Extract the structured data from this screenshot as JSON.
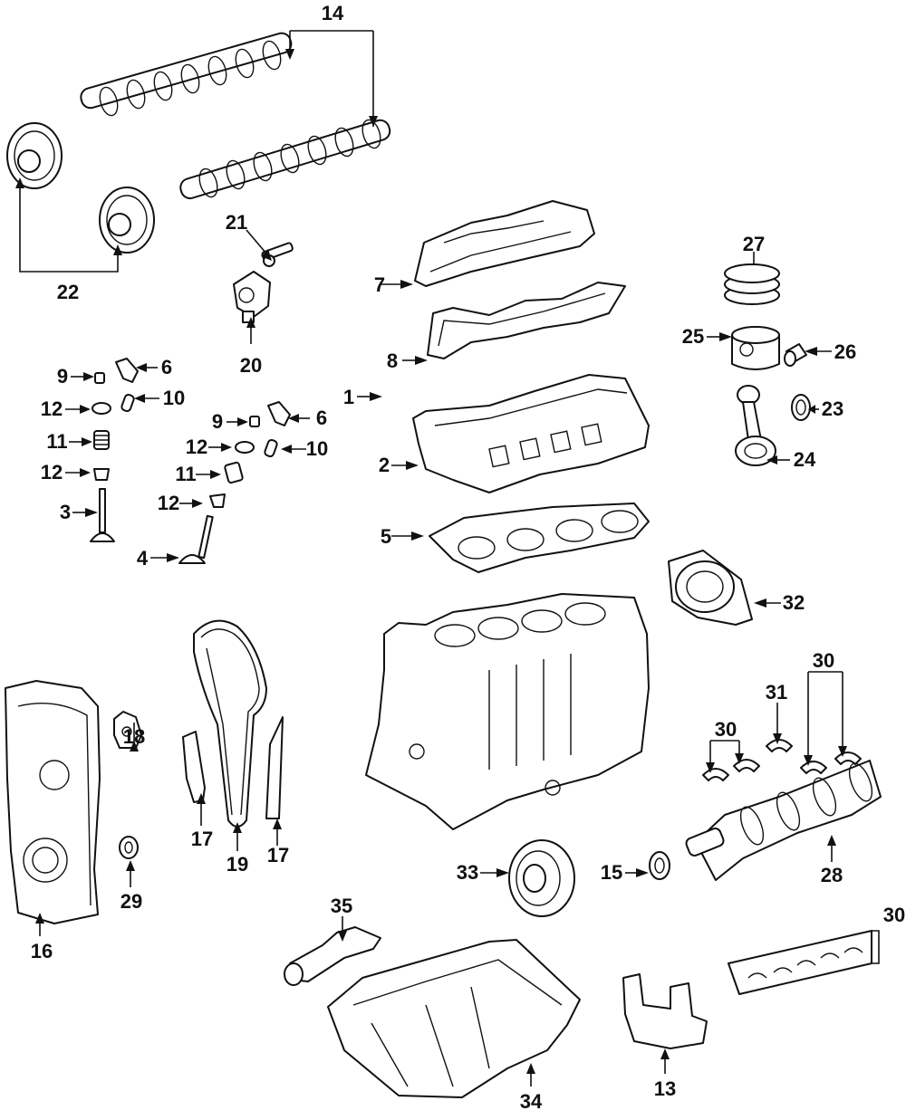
{
  "callouts": [
    "14",
    "22",
    "21",
    "20",
    "27",
    "7",
    "8",
    "25",
    "26",
    "9",
    "6",
    "12",
    "10",
    "11",
    "23",
    "24",
    "2",
    "3",
    "4",
    "5",
    "32",
    "18",
    "1",
    "30",
    "31",
    "17",
    "19",
    "16",
    "29",
    "28",
    "33",
    "15",
    "35",
    "13",
    "34"
  ]
}
